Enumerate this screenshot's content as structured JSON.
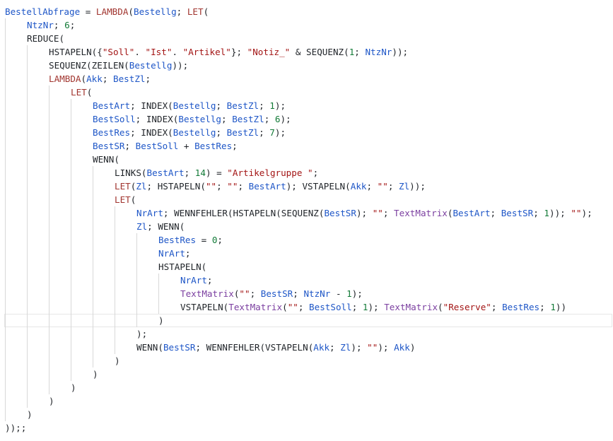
{
  "editor": {
    "colors": {
      "background": "#ffffff",
      "name": "#1e56c7",
      "function": "#1f2328",
      "lambda": "#a1352f",
      "string": "#a31515",
      "number": "#127a37",
      "user_function": "#7b3fa0",
      "indent_guide": "#d8d8d8"
    },
    "lines": [
      {
        "indent": 0,
        "tokens": [
          {
            "t": "name",
            "v": "BestellAbfrage"
          },
          {
            "t": "op",
            "v": " = "
          },
          {
            "t": "lambda",
            "v": "LAMBDA"
          },
          {
            "t": "punc",
            "v": "("
          },
          {
            "t": "name",
            "v": "Bestellg"
          },
          {
            "t": "punc",
            "v": "; "
          },
          {
            "t": "lambda",
            "v": "LET"
          },
          {
            "t": "punc",
            "v": "("
          }
        ]
      },
      {
        "indent": 1,
        "tokens": [
          {
            "t": "name",
            "v": "NtzNr"
          },
          {
            "t": "punc",
            "v": "; "
          },
          {
            "t": "num",
            "v": "6"
          },
          {
            "t": "punc",
            "v": ";"
          }
        ]
      },
      {
        "indent": 1,
        "tokens": [
          {
            "t": "fn",
            "v": "REDUCE"
          },
          {
            "t": "punc",
            "v": "("
          }
        ]
      },
      {
        "indent": 2,
        "tokens": [
          {
            "t": "fn",
            "v": "HSTAPELN"
          },
          {
            "t": "punc",
            "v": "({"
          },
          {
            "t": "str",
            "v": "\"Soll\""
          },
          {
            "t": "punc",
            "v": ". "
          },
          {
            "t": "str",
            "v": "\"Ist\""
          },
          {
            "t": "punc",
            "v": ". "
          },
          {
            "t": "str",
            "v": "\"Artikel\""
          },
          {
            "t": "punc",
            "v": "}; "
          },
          {
            "t": "str",
            "v": "\"Notiz_\""
          },
          {
            "t": "op",
            "v": " & "
          },
          {
            "t": "fn",
            "v": "SEQUENZ"
          },
          {
            "t": "punc",
            "v": "("
          },
          {
            "t": "num",
            "v": "1"
          },
          {
            "t": "punc",
            "v": "; "
          },
          {
            "t": "name",
            "v": "NtzNr"
          },
          {
            "t": "punc",
            "v": "));"
          }
        ]
      },
      {
        "indent": 2,
        "tokens": [
          {
            "t": "fn",
            "v": "SEQUENZ"
          },
          {
            "t": "punc",
            "v": "("
          },
          {
            "t": "fn",
            "v": "ZEILEN"
          },
          {
            "t": "punc",
            "v": "("
          },
          {
            "t": "name",
            "v": "Bestellg"
          },
          {
            "t": "punc",
            "v": "));"
          }
        ]
      },
      {
        "indent": 2,
        "tokens": [
          {
            "t": "lambda",
            "v": "LAMBDA"
          },
          {
            "t": "punc",
            "v": "("
          },
          {
            "t": "name",
            "v": "Akk"
          },
          {
            "t": "punc",
            "v": "; "
          },
          {
            "t": "name",
            "v": "BestZl"
          },
          {
            "t": "punc",
            "v": ";"
          }
        ]
      },
      {
        "indent": 3,
        "tokens": [
          {
            "t": "lambda",
            "v": "LET"
          },
          {
            "t": "punc",
            "v": "("
          }
        ]
      },
      {
        "indent": 4,
        "tokens": [
          {
            "t": "name",
            "v": "BestArt"
          },
          {
            "t": "punc",
            "v": "; "
          },
          {
            "t": "fn",
            "v": "INDEX"
          },
          {
            "t": "punc",
            "v": "("
          },
          {
            "t": "name",
            "v": "Bestellg"
          },
          {
            "t": "punc",
            "v": "; "
          },
          {
            "t": "name",
            "v": "BestZl"
          },
          {
            "t": "punc",
            "v": "; "
          },
          {
            "t": "num",
            "v": "1"
          },
          {
            "t": "punc",
            "v": ");"
          }
        ]
      },
      {
        "indent": 4,
        "tokens": [
          {
            "t": "name",
            "v": "BestSoll"
          },
          {
            "t": "punc",
            "v": "; "
          },
          {
            "t": "fn",
            "v": "INDEX"
          },
          {
            "t": "punc",
            "v": "("
          },
          {
            "t": "name",
            "v": "Bestellg"
          },
          {
            "t": "punc",
            "v": "; "
          },
          {
            "t": "name",
            "v": "BestZl"
          },
          {
            "t": "punc",
            "v": "; "
          },
          {
            "t": "num",
            "v": "6"
          },
          {
            "t": "punc",
            "v": ");"
          }
        ]
      },
      {
        "indent": 4,
        "tokens": [
          {
            "t": "name",
            "v": "BestRes"
          },
          {
            "t": "punc",
            "v": "; "
          },
          {
            "t": "fn",
            "v": "INDEX"
          },
          {
            "t": "punc",
            "v": "("
          },
          {
            "t": "name",
            "v": "Bestellg"
          },
          {
            "t": "punc",
            "v": "; "
          },
          {
            "t": "name",
            "v": "BestZl"
          },
          {
            "t": "punc",
            "v": "; "
          },
          {
            "t": "num",
            "v": "7"
          },
          {
            "t": "punc",
            "v": ");"
          }
        ]
      },
      {
        "indent": 4,
        "tokens": [
          {
            "t": "name",
            "v": "BestSR"
          },
          {
            "t": "punc",
            "v": "; "
          },
          {
            "t": "name",
            "v": "BestSoll"
          },
          {
            "t": "op",
            "v": " + "
          },
          {
            "t": "name",
            "v": "BestRes"
          },
          {
            "t": "punc",
            "v": ";"
          }
        ]
      },
      {
        "indent": 4,
        "tokens": [
          {
            "t": "fn",
            "v": "WENN"
          },
          {
            "t": "punc",
            "v": "("
          }
        ]
      },
      {
        "indent": 5,
        "tokens": [
          {
            "t": "fn",
            "v": "LINKS"
          },
          {
            "t": "punc",
            "v": "("
          },
          {
            "t": "name",
            "v": "BestArt"
          },
          {
            "t": "punc",
            "v": "; "
          },
          {
            "t": "num",
            "v": "14"
          },
          {
            "t": "punc",
            "v": ")"
          },
          {
            "t": "op",
            "v": " = "
          },
          {
            "t": "str",
            "v": "\"Artikelgruppe \""
          },
          {
            "t": "punc",
            "v": ";"
          }
        ]
      },
      {
        "indent": 5,
        "tokens": [
          {
            "t": "lambda",
            "v": "LET"
          },
          {
            "t": "punc",
            "v": "("
          },
          {
            "t": "name",
            "v": "Zl"
          },
          {
            "t": "punc",
            "v": "; "
          },
          {
            "t": "fn",
            "v": "HSTAPELN"
          },
          {
            "t": "punc",
            "v": "("
          },
          {
            "t": "str",
            "v": "\"\""
          },
          {
            "t": "punc",
            "v": "; "
          },
          {
            "t": "str",
            "v": "\"\""
          },
          {
            "t": "punc",
            "v": "; "
          },
          {
            "t": "name",
            "v": "BestArt"
          },
          {
            "t": "punc",
            "v": "); "
          },
          {
            "t": "fn",
            "v": "VSTAPELN"
          },
          {
            "t": "punc",
            "v": "("
          },
          {
            "t": "name",
            "v": "Akk"
          },
          {
            "t": "punc",
            "v": "; "
          },
          {
            "t": "str",
            "v": "\"\""
          },
          {
            "t": "punc",
            "v": "; "
          },
          {
            "t": "name",
            "v": "Zl"
          },
          {
            "t": "punc",
            "v": "));"
          }
        ]
      },
      {
        "indent": 5,
        "tokens": [
          {
            "t": "lambda",
            "v": "LET"
          },
          {
            "t": "punc",
            "v": "("
          }
        ]
      },
      {
        "indent": 6,
        "tokens": [
          {
            "t": "name",
            "v": "NrArt"
          },
          {
            "t": "punc",
            "v": "; "
          },
          {
            "t": "fn",
            "v": "WENNFEHLER"
          },
          {
            "t": "punc",
            "v": "("
          },
          {
            "t": "fn",
            "v": "HSTAPELN"
          },
          {
            "t": "punc",
            "v": "("
          },
          {
            "t": "fn",
            "v": "SEQUENZ"
          },
          {
            "t": "punc",
            "v": "("
          },
          {
            "t": "name",
            "v": "BestSR"
          },
          {
            "t": "punc",
            "v": "); "
          },
          {
            "t": "str",
            "v": "\"\""
          },
          {
            "t": "punc",
            "v": "; "
          },
          {
            "t": "user",
            "v": "TextMatrix"
          },
          {
            "t": "punc",
            "v": "("
          },
          {
            "t": "name",
            "v": "BestArt"
          },
          {
            "t": "punc",
            "v": "; "
          },
          {
            "t": "name",
            "v": "BestSR"
          },
          {
            "t": "punc",
            "v": "; "
          },
          {
            "t": "num",
            "v": "1"
          },
          {
            "t": "punc",
            "v": ")); "
          },
          {
            "t": "str",
            "v": "\"\""
          },
          {
            "t": "punc",
            "v": ");"
          }
        ]
      },
      {
        "indent": 6,
        "tokens": [
          {
            "t": "name",
            "v": "Zl"
          },
          {
            "t": "punc",
            "v": "; "
          },
          {
            "t": "fn",
            "v": "WENN"
          },
          {
            "t": "punc",
            "v": "("
          }
        ]
      },
      {
        "indent": 7,
        "tokens": [
          {
            "t": "name",
            "v": "BestRes"
          },
          {
            "t": "op",
            "v": " = "
          },
          {
            "t": "num",
            "v": "0"
          },
          {
            "t": "punc",
            "v": ";"
          }
        ]
      },
      {
        "indent": 7,
        "tokens": [
          {
            "t": "name",
            "v": "NrArt"
          },
          {
            "t": "punc",
            "v": ";"
          }
        ]
      },
      {
        "indent": 7,
        "tokens": [
          {
            "t": "fn",
            "v": "HSTAPELN"
          },
          {
            "t": "punc",
            "v": "("
          }
        ]
      },
      {
        "indent": 8,
        "tokens": [
          {
            "t": "name",
            "v": "NrArt"
          },
          {
            "t": "punc",
            "v": ";"
          }
        ]
      },
      {
        "indent": 8,
        "tokens": [
          {
            "t": "user",
            "v": "TextMatrix"
          },
          {
            "t": "punc",
            "v": "("
          },
          {
            "t": "str",
            "v": "\"\""
          },
          {
            "t": "punc",
            "v": "; "
          },
          {
            "t": "name",
            "v": "BestSR"
          },
          {
            "t": "punc",
            "v": "; "
          },
          {
            "t": "name",
            "v": "NtzNr"
          },
          {
            "t": "op",
            "v": " - "
          },
          {
            "t": "num",
            "v": "1"
          },
          {
            "t": "punc",
            "v": ");"
          }
        ]
      },
      {
        "indent": 8,
        "tokens": [
          {
            "t": "fn",
            "v": "VSTAPELN"
          },
          {
            "t": "punc",
            "v": "("
          },
          {
            "t": "user",
            "v": "TextMatrix"
          },
          {
            "t": "punc",
            "v": "("
          },
          {
            "t": "str",
            "v": "\"\""
          },
          {
            "t": "punc",
            "v": "; "
          },
          {
            "t": "name",
            "v": "BestSoll"
          },
          {
            "t": "punc",
            "v": "; "
          },
          {
            "t": "num",
            "v": "1"
          },
          {
            "t": "punc",
            "v": "); "
          },
          {
            "t": "user",
            "v": "TextMatrix"
          },
          {
            "t": "punc",
            "v": "("
          },
          {
            "t": "str",
            "v": "\"Reserve\""
          },
          {
            "t": "punc",
            "v": "; "
          },
          {
            "t": "name",
            "v": "BestRes"
          },
          {
            "t": "punc",
            "v": "; "
          },
          {
            "t": "num",
            "v": "1"
          },
          {
            "t": "punc",
            "v": "))"
          }
        ]
      },
      {
        "indent": 7,
        "tokens": [
          {
            "t": "punc",
            "v": ")"
          }
        ]
      },
      {
        "indent": 6,
        "tokens": [
          {
            "t": "punc",
            "v": ");"
          }
        ]
      },
      {
        "indent": 6,
        "tokens": [
          {
            "t": "fn",
            "v": "WENN"
          },
          {
            "t": "punc",
            "v": "("
          },
          {
            "t": "name",
            "v": "BestSR"
          },
          {
            "t": "punc",
            "v": "; "
          },
          {
            "t": "fn",
            "v": "WENNFEHLER"
          },
          {
            "t": "punc",
            "v": "("
          },
          {
            "t": "fn",
            "v": "VSTAPELN"
          },
          {
            "t": "punc",
            "v": "("
          },
          {
            "t": "name",
            "v": "Akk"
          },
          {
            "t": "punc",
            "v": "; "
          },
          {
            "t": "name",
            "v": "Zl"
          },
          {
            "t": "punc",
            "v": "); "
          },
          {
            "t": "str",
            "v": "\"\""
          },
          {
            "t": "punc",
            "v": "); "
          },
          {
            "t": "name",
            "v": "Akk"
          },
          {
            "t": "punc",
            "v": ")"
          }
        ]
      },
      {
        "indent": 5,
        "tokens": [
          {
            "t": "punc",
            "v": ")"
          }
        ]
      },
      {
        "indent": 4,
        "tokens": [
          {
            "t": "punc",
            "v": ")"
          }
        ]
      },
      {
        "indent": 3,
        "tokens": [
          {
            "t": "punc",
            "v": ")"
          }
        ]
      },
      {
        "indent": 2,
        "tokens": [
          {
            "t": "punc",
            "v": ")"
          }
        ]
      },
      {
        "indent": 1,
        "tokens": [
          {
            "t": "punc",
            "v": ")"
          }
        ]
      },
      {
        "indent": 0,
        "tokens": [
          {
            "t": "punc",
            "v": "));;"
          }
        ]
      }
    ]
  }
}
